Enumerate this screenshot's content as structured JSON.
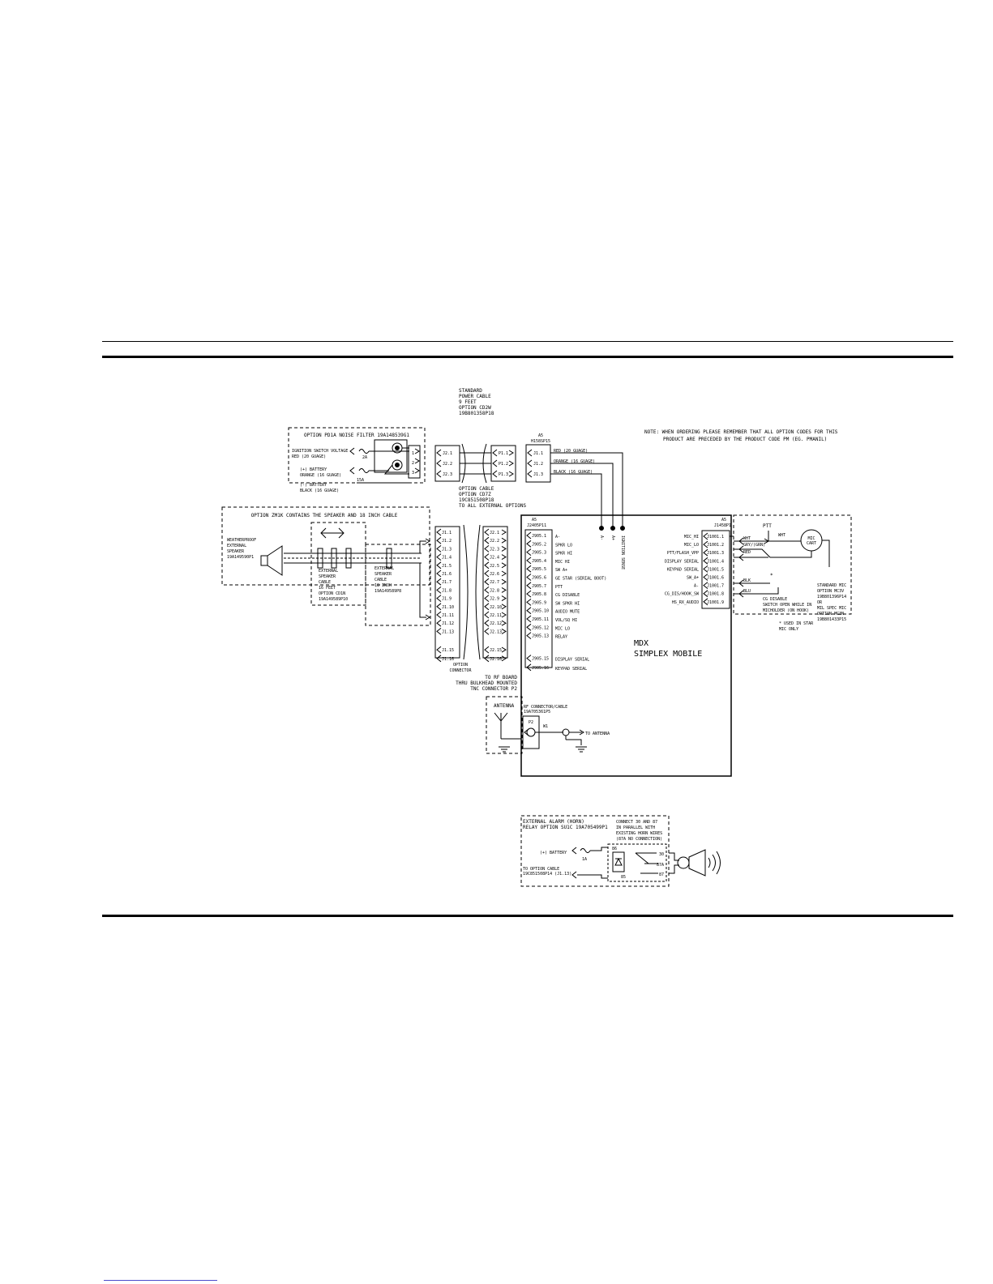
{
  "noise_filter": {
    "title": "OPTION PD1A NOISE FILTER 19A148539G1",
    "ign_line1": "IGNITION SWITCH VOLTAGE",
    "ign_line2": "RED (20 GUAGE)",
    "batt_line1": "(+) BATTERY",
    "batt_line2": "ORANGE (16 GUAGE)",
    "gnd_line1": "(-) BATTERY",
    "gnd_line2": "BLACK (16 GUAGE)",
    "fuse_small": "2A",
    "fuse_large": "15A",
    "pins": [
      "1",
      "2",
      "3"
    ]
  },
  "power_cable": {
    "lines": [
      "STANDARD",
      "POWER CABLE",
      "9 FEET",
      "OPTION CD2W",
      "19B801358P18"
    ],
    "j2_pins": [
      "J2.1",
      "J2.2",
      "J2.3"
    ],
    "p1_pins": [
      "P1.1",
      "P1.2",
      "P1.3"
    ]
  },
  "connector_a5": {
    "ref": "A5",
    "part": "H158SP15",
    "pins": [
      "J1.1",
      "J1.2",
      "J1.3"
    ],
    "wires": [
      "RED (20 GUAGE)",
      "ORANGE (16 GUAGE)",
      "BLACK (16 GUAGE)"
    ]
  },
  "note": {
    "line1": "NOTE: WHEN ORDERING PLEASE REMEMBER THAT ALL OPTION CODES FOR THIS",
    "line2": "PRODUCT ARE PRECEDED BY THE PRODUCT CODE PM (EG. PMANIL)"
  },
  "option_cable": {
    "lines": [
      "OPTION CABLE",
      "OPTION CD7Z",
      "19C851508P18",
      "TO ALL EXTERNAL OPTIONS"
    ],
    "j1_pins": [
      "J1.1",
      "J1.2",
      "J1.3",
      "J1.4",
      "J1.5",
      "J1.6",
      "J1.7",
      "J1.8",
      "J1.9",
      "J1.10",
      "J1.11",
      "J1.12",
      "J1.13",
      "J1.15",
      "J1.16"
    ],
    "j2_pins": [
      "J2.1",
      "J2.2",
      "J2.3",
      "J2.4",
      "J2.5",
      "J2.6",
      "J2.7",
      "J2.8",
      "J2.9",
      "J2.10",
      "J2.11",
      "J2.12",
      "J2.13",
      "J2.15",
      "J2.16"
    ],
    "caption_1": "OPTION",
    "caption_2": "CONNECTOR"
  },
  "speaker_option": {
    "title": "OPTION ZM1K CONTAINS THE SPEAKER AND 18 INCH CABLE",
    "speaker_lines": [
      "WEATHERPROOF",
      "EXTERNAL",
      "SPEAKER",
      "19A149590P1"
    ],
    "cable16_lines": [
      "EXTERNAL",
      "SPEAKER",
      "CABLE",
      "16 FEET",
      "OPTION CD1N",
      "19A149589P10"
    ],
    "cable18_lines": [
      "EXTERNAL",
      "SPEAKER",
      "CABLE",
      "18 INCH",
      "19A149589P8"
    ]
  },
  "j2405": {
    "ref": "A5",
    "part": "J2405P11",
    "pins": [
      "J905.1",
      "J905.2",
      "J905.3",
      "J905.4",
      "J905.5",
      "J905.6",
      "J905.7",
      "J905.8",
      "J905.9",
      "J905.10",
      "J905.11",
      "J905.12",
      "J905.13",
      "J905.15",
      "J905.16"
    ],
    "signals": [
      "A-",
      "SPKR LO",
      "SPKR HI",
      "MIC HI",
      "SW A+",
      "GE STAR (SERIAL BOOT)",
      "PTT",
      "CG DISABLE",
      "SW SPKR HI",
      "AUDIO MUTE",
      "VOL/SQ HI",
      "MIC LO",
      "RELAY",
      "DISPLAY SERIAL",
      "KEYPAD SERIAL"
    ]
  },
  "power_taps": [
    "A-",
    "A+",
    "IGNITION SENSE"
  ],
  "mdx": {
    "line1": "MDX",
    "line2": "SIMPLEX MOBILE"
  },
  "j1001": {
    "ref": "A5",
    "part": "J1458P1",
    "pins": [
      "J1001.1",
      "J1001.2",
      "J1001.3",
      "J1001.4",
      "J1001.5",
      "J1001.6",
      "J1001.7",
      "J1001.8",
      "J1001.9"
    ],
    "signals": [
      "MIC_HI",
      "MIC_LO",
      "PTT/FLASH_VPP",
      "DISPLAY SERIAL",
      "KEYPAD SERIAL",
      "SW_A+",
      "A-",
      "CG_DIS/HOOK_SW",
      "HS_RX_AUDIO"
    ]
  },
  "mic": {
    "ptt": "PTT",
    "wht_1": "WHT",
    "wht_2": "WHT",
    "grn": "GRY/(GRN)",
    "red": "RED",
    "blk": "BLK",
    "blu": "BLU",
    "star": "*",
    "cart": "MIC CART",
    "std_lines": [
      "STANDARD MIC",
      "OPTION MC3V",
      "19B801396P14",
      "OR",
      "MIL SPEC MIC",
      "OPTION MC3N",
      "19B801433P15"
    ],
    "cg_lines": [
      "CG DISABLE",
      "SWITCH OPEN WHILE IN",
      "MICHOLDER (ON HOOK)"
    ],
    "footnote_lines": [
      "* USED IN STAR",
      "MIC ONLY"
    ]
  },
  "rf": {
    "board_lines": [
      "TO RF BOARD",
      "THRU BULKHEAD MOUNTED",
      "TNC CONNECTOR P2"
    ],
    "antenna": "ANTENNA",
    "conn_lines": [
      "RF CONNECTOR/CABLE",
      "19A705361P5"
    ],
    "p2": "P2",
    "w1": "W1",
    "to_antenna": "TO ANTENNA"
  },
  "alarm": {
    "title_lines": [
      "EXTERNAL ALARM (HORN)",
      "RELAY OPTION SU1C 19A705499P1"
    ],
    "connect_lines": [
      "CONNECT 30 AND 87",
      "IN PARALLEL WITH",
      "EXISTING HORN WIRES",
      "(87A NO CONNECTION)"
    ],
    "battery": "(+) BATTERY",
    "fuse": "1A",
    "cable_lines": [
      "TO OPTION CABLE",
      "19C851508P14 (J1.13)"
    ],
    "pin_86": "86",
    "pin_85": "85",
    "pin_30": "30",
    "pin_87a": "87A",
    "pin_87": "87"
  }
}
